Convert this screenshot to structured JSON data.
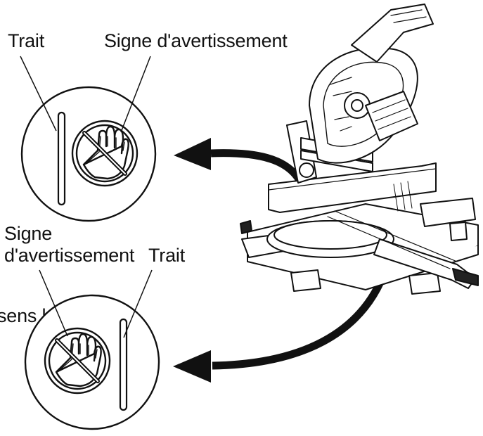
{
  "labels": {
    "top_stroke": "Trait",
    "top_warning": "Signe d'avertissement",
    "bottom_warning_line1": "Signe",
    "bottom_warning_line2": "d'avertissement",
    "bottom_stroke": "Trait",
    "bottom_direction": "sens horaire"
  },
  "icons": {
    "top_symbol": "no-hand-icon",
    "bottom_symbol": "no-hand-icon"
  },
  "colors": {
    "line": "#111111",
    "background": "#ffffff"
  }
}
